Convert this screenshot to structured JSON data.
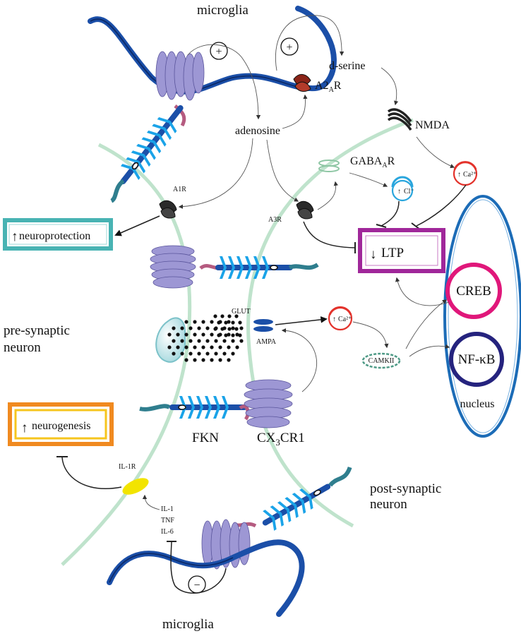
{
  "labels": {
    "microglia_top": "microglia",
    "microglia_bottom": "microglia",
    "adenosine": "adenosine",
    "d_serine": "d-serine",
    "a2ar_main": "A2",
    "a2ar_sub": "A",
    "a2ar_end": "R",
    "nmda": "NMDA",
    "gabaar_main": "GABA",
    "gabaar_sub": "A",
    "gabaar_end": "R",
    "a1r": "A1R",
    "a3r": "A3R",
    "cl": "Cl⁻",
    "ca_top": "Ca²⁺",
    "ca_mid": "Ca²⁺",
    "neuroprotection": "neuroprotection",
    "ltp": "LTP",
    "creb": "CREB",
    "nfkb": "NF-κB",
    "nucleus": "nucleus",
    "glut": "GLUT",
    "ampa": "AMPA",
    "camkii": "CAMKII",
    "presyn_line1": "pre-synaptic",
    "presyn_line2": "neuron",
    "postsyn_line1": "post-synaptic",
    "postsyn_line2": "neuron",
    "fkn": "FKN",
    "cx3cr1_main": "CX",
    "cx3cr1_sub": "3",
    "cx3cr1_end": "CR1",
    "neurogenesis": "neurogenesis",
    "il1r": "IL-1R",
    "il1": "IL-1",
    "tnf": "TNF",
    "il6": "IL-6",
    "plus": "+",
    "minus": "−",
    "up_arrow": "↑",
    "down_arrow": "↓"
  },
  "colors": {
    "microglia": "#1b4fa8",
    "microglia_dark": "#0d2d6e",
    "membrane": "#bfe3cc",
    "receptor_purple": "#9d97d4",
    "fkn_blue": "#1aa3e8",
    "fkn_teal": "#2f7e8e",
    "neuroprotection_box": "#48b3b3",
    "ltp_box": "#a0279a",
    "neurogenesis_box": "#f08a20",
    "neurogenesis_inner": "#f6c51d",
    "creb_ring": "#e0177a",
    "nfkb_ring": "#25237e",
    "nucleus_ring": "#1c6cb7",
    "ca_red": "#e3322b",
    "cl_blue": "#2aa6dd",
    "il1r_yellow": "#f2e400",
    "camkii_green": "#4e9a86"
  }
}
